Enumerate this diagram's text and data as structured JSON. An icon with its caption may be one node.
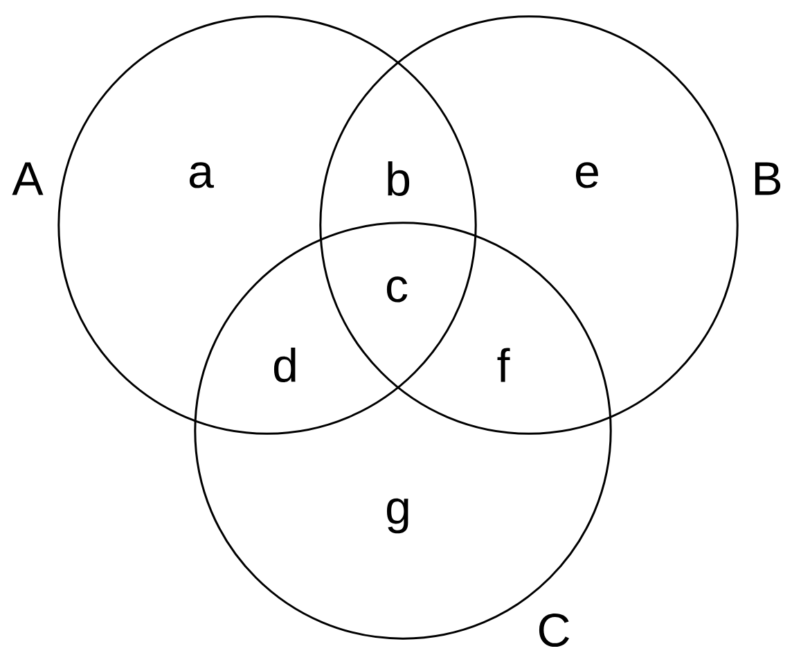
{
  "diagram": {
    "nodes": [
      {
        "text": [
          "A"
        ]
      },
      {
        "text": [
          "B"
        ]
      },
      {
        "text": [
          "C"
        ]
      }
    ],
    "labels": [
      "a",
      "b",
      "e",
      "c",
      "d",
      "f",
      "g"
    ]
  }
}
